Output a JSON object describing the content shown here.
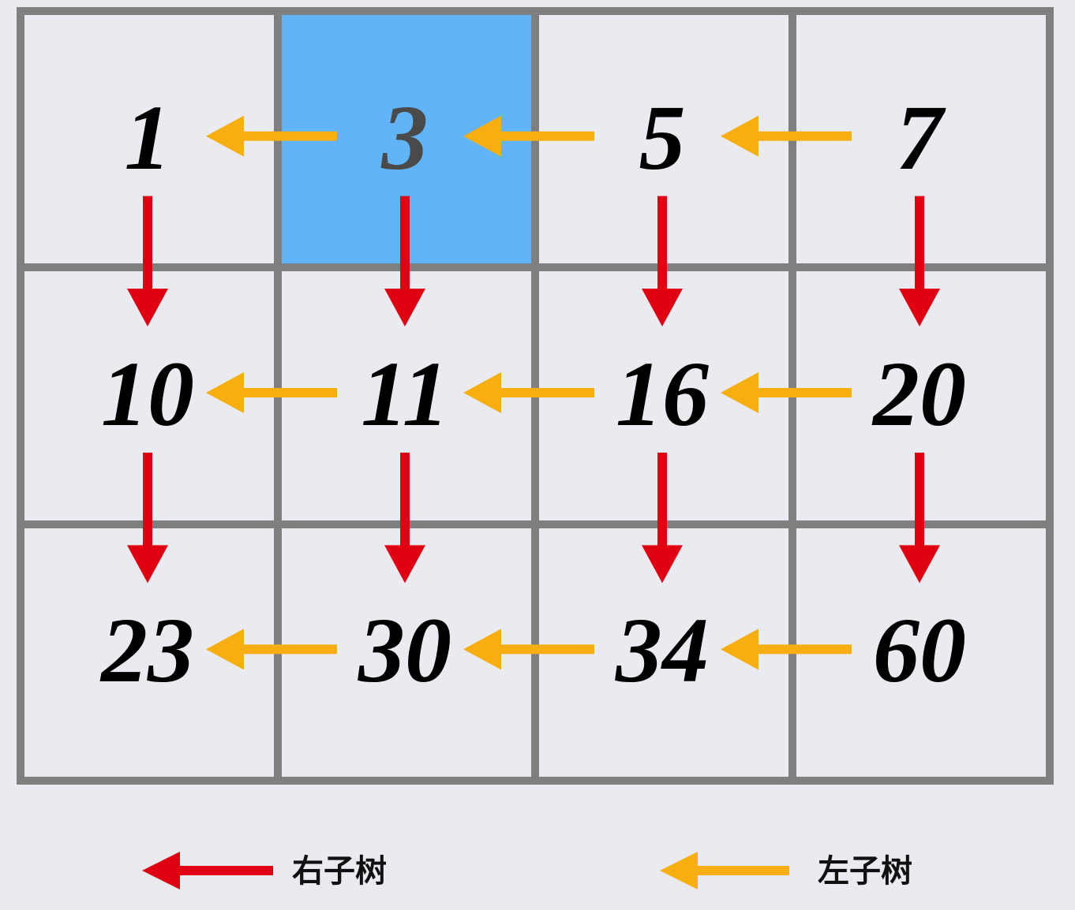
{
  "grid": {
    "rows": [
      [
        1,
        3,
        5,
        7
      ],
      [
        10,
        11,
        16,
        20
      ],
      [
        23,
        30,
        34,
        60
      ]
    ],
    "highlight": {
      "row": 0,
      "col": 1
    }
  },
  "colors": {
    "background": "#EAEBF0",
    "grid_line": "#7F7F7F",
    "highlight": "#61B4F8",
    "right_subtree_arrow": "#E00012",
    "left_subtree_arrow": "#F6AE10"
  },
  "legend": {
    "right_subtree": "右子树",
    "left_subtree": "左子树"
  }
}
